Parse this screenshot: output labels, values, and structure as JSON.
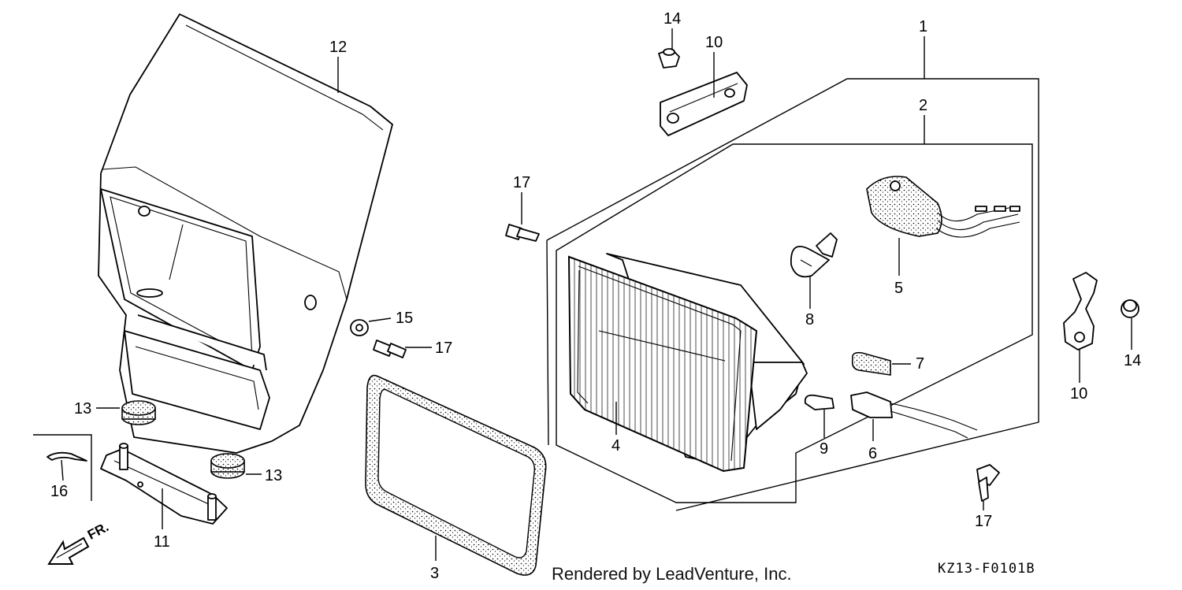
{
  "footer": {
    "credit": "Rendered by LeadVenture, Inc.",
    "code": "KZ13-F0101B"
  },
  "direction": {
    "front": "FR."
  },
  "callouts": [
    {
      "id": "c1",
      "label": "1"
    },
    {
      "id": "c2",
      "label": "2"
    },
    {
      "id": "c3",
      "label": "3"
    },
    {
      "id": "c4",
      "label": "4"
    },
    {
      "id": "c5",
      "label": "5"
    },
    {
      "id": "c6",
      "label": "6"
    },
    {
      "id": "c7",
      "label": "7"
    },
    {
      "id": "c8",
      "label": "8"
    },
    {
      "id": "c9",
      "label": "9"
    },
    {
      "id": "c10a",
      "label": "10"
    },
    {
      "id": "c10b",
      "label": "10"
    },
    {
      "id": "c11",
      "label": "11"
    },
    {
      "id": "c12",
      "label": "12"
    },
    {
      "id": "c13a",
      "label": "13"
    },
    {
      "id": "c13b",
      "label": "13"
    },
    {
      "id": "c14a",
      "label": "14"
    },
    {
      "id": "c14b",
      "label": "14"
    },
    {
      "id": "c15",
      "label": "15"
    },
    {
      "id": "c16",
      "label": "16"
    },
    {
      "id": "c17a",
      "label": "17"
    },
    {
      "id": "c17b",
      "label": "17"
    },
    {
      "id": "c17c",
      "label": "17"
    }
  ]
}
